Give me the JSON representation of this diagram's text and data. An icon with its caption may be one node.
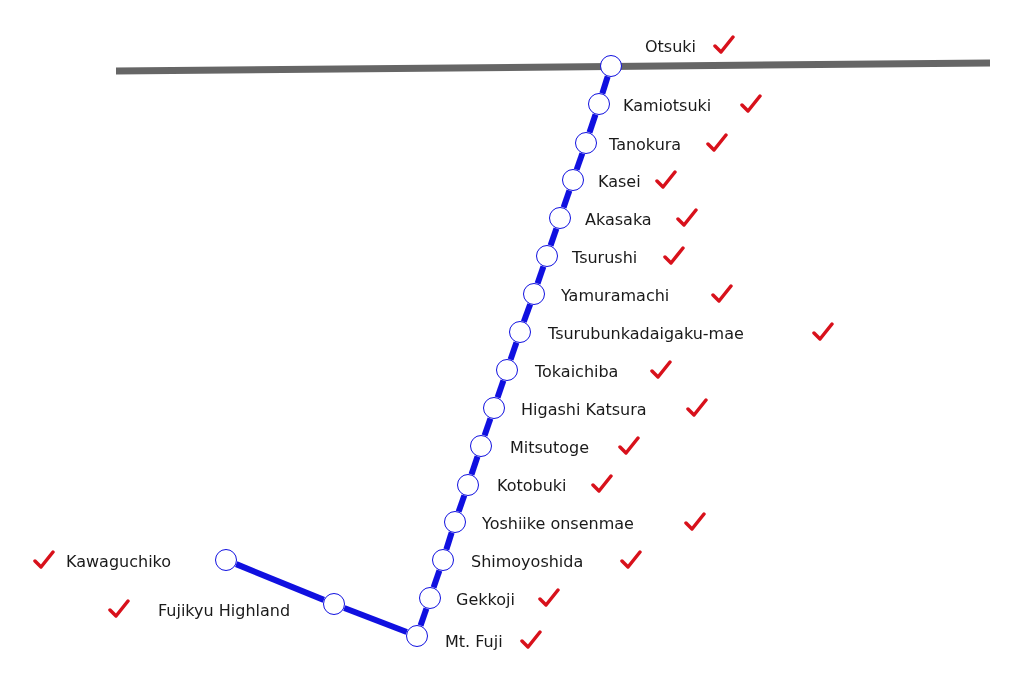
{
  "diagram": {
    "nodes": [
      {
        "text": [],
        "shape": "circle",
        "beside": [
          "Otsuki"
        ]
      },
      {
        "text": [],
        "shape": "circle",
        "beside": [
          "Kamiotsuki"
        ]
      },
      {
        "text": [],
        "shape": "circle",
        "beside": [
          "Tanokura"
        ]
      },
      {
        "text": [],
        "shape": "circle",
        "beside": [
          "Kasei"
        ]
      },
      {
        "text": [],
        "shape": "circle",
        "beside": [
          "Akasaka"
        ]
      },
      {
        "text": [],
        "shape": "circle",
        "beside": [
          "Tsurushi"
        ]
      },
      {
        "text": [],
        "shape": "circle",
        "beside": [
          "Yamuramachi"
        ]
      },
      {
        "text": [],
        "shape": "circle",
        "beside": [
          "Tsurubunkadaigaku-mae"
        ]
      },
      {
        "text": [],
        "shape": "circle",
        "beside": [
          "Tokaichiba"
        ]
      },
      {
        "text": [],
        "shape": "circle",
        "beside": [
          "Higashi Katsura"
        ]
      },
      {
        "text": [],
        "shape": "circle",
        "beside": [
          "Mitsutoge"
        ]
      },
      {
        "text": [],
        "shape": "circle",
        "beside": [
          "Kotobuki"
        ]
      },
      {
        "text": [],
        "shape": "circle",
        "beside": [
          "Yoshiike onsenmae"
        ]
      },
      {
        "text": [],
        "shape": "circle",
        "beside": [
          "Shimoyoshida"
        ]
      },
      {
        "text": [],
        "shape": "circle",
        "beside": [
          "Kawaguchiko"
        ]
      },
      {
        "text": [],
        "shape": "circle",
        "beside": [
          "Gekkoji"
        ]
      },
      {
        "text": [],
        "shape": "circle",
        "beside": [
          "Fujikyu Highland"
        ]
      },
      {
        "text": [],
        "shape": "circle",
        "beside": [
          "Mt. Fuji"
        ]
      }
    ],
    "edges": [
      {
        "from": 0,
        "to": 1,
        "arrow": "none"
      },
      {
        "from": 1,
        "to": 2,
        "arrow": "none"
      },
      {
        "from": 2,
        "to": 3,
        "arrow": "none"
      },
      {
        "from": 3,
        "to": 4,
        "arrow": "none"
      },
      {
        "from": 4,
        "to": 5,
        "arrow": "none"
      },
      {
        "from": 5,
        "to": 6,
        "arrow": "none"
      },
      {
        "from": 6,
        "to": 7,
        "arrow": "none"
      },
      {
        "from": 7,
        "to": 8,
        "arrow": "none"
      },
      {
        "from": 8,
        "to": 9,
        "arrow": "none"
      },
      {
        "from": 9,
        "to": 10,
        "arrow": "none"
      },
      {
        "from": 10,
        "to": 11,
        "arrow": "none"
      },
      {
        "from": 11,
        "to": 12,
        "arrow": "none"
      },
      {
        "from": 12,
        "to": 13,
        "arrow": "none"
      },
      {
        "from": 13,
        "to": 15,
        "arrow": "none"
      },
      {
        "from": 15,
        "to": 17,
        "arrow": "none"
      },
      {
        "from": 17,
        "to": 16,
        "arrow": "none"
      },
      {
        "from": 16,
        "to": 14,
        "arrow": "none"
      }
    ]
  }
}
